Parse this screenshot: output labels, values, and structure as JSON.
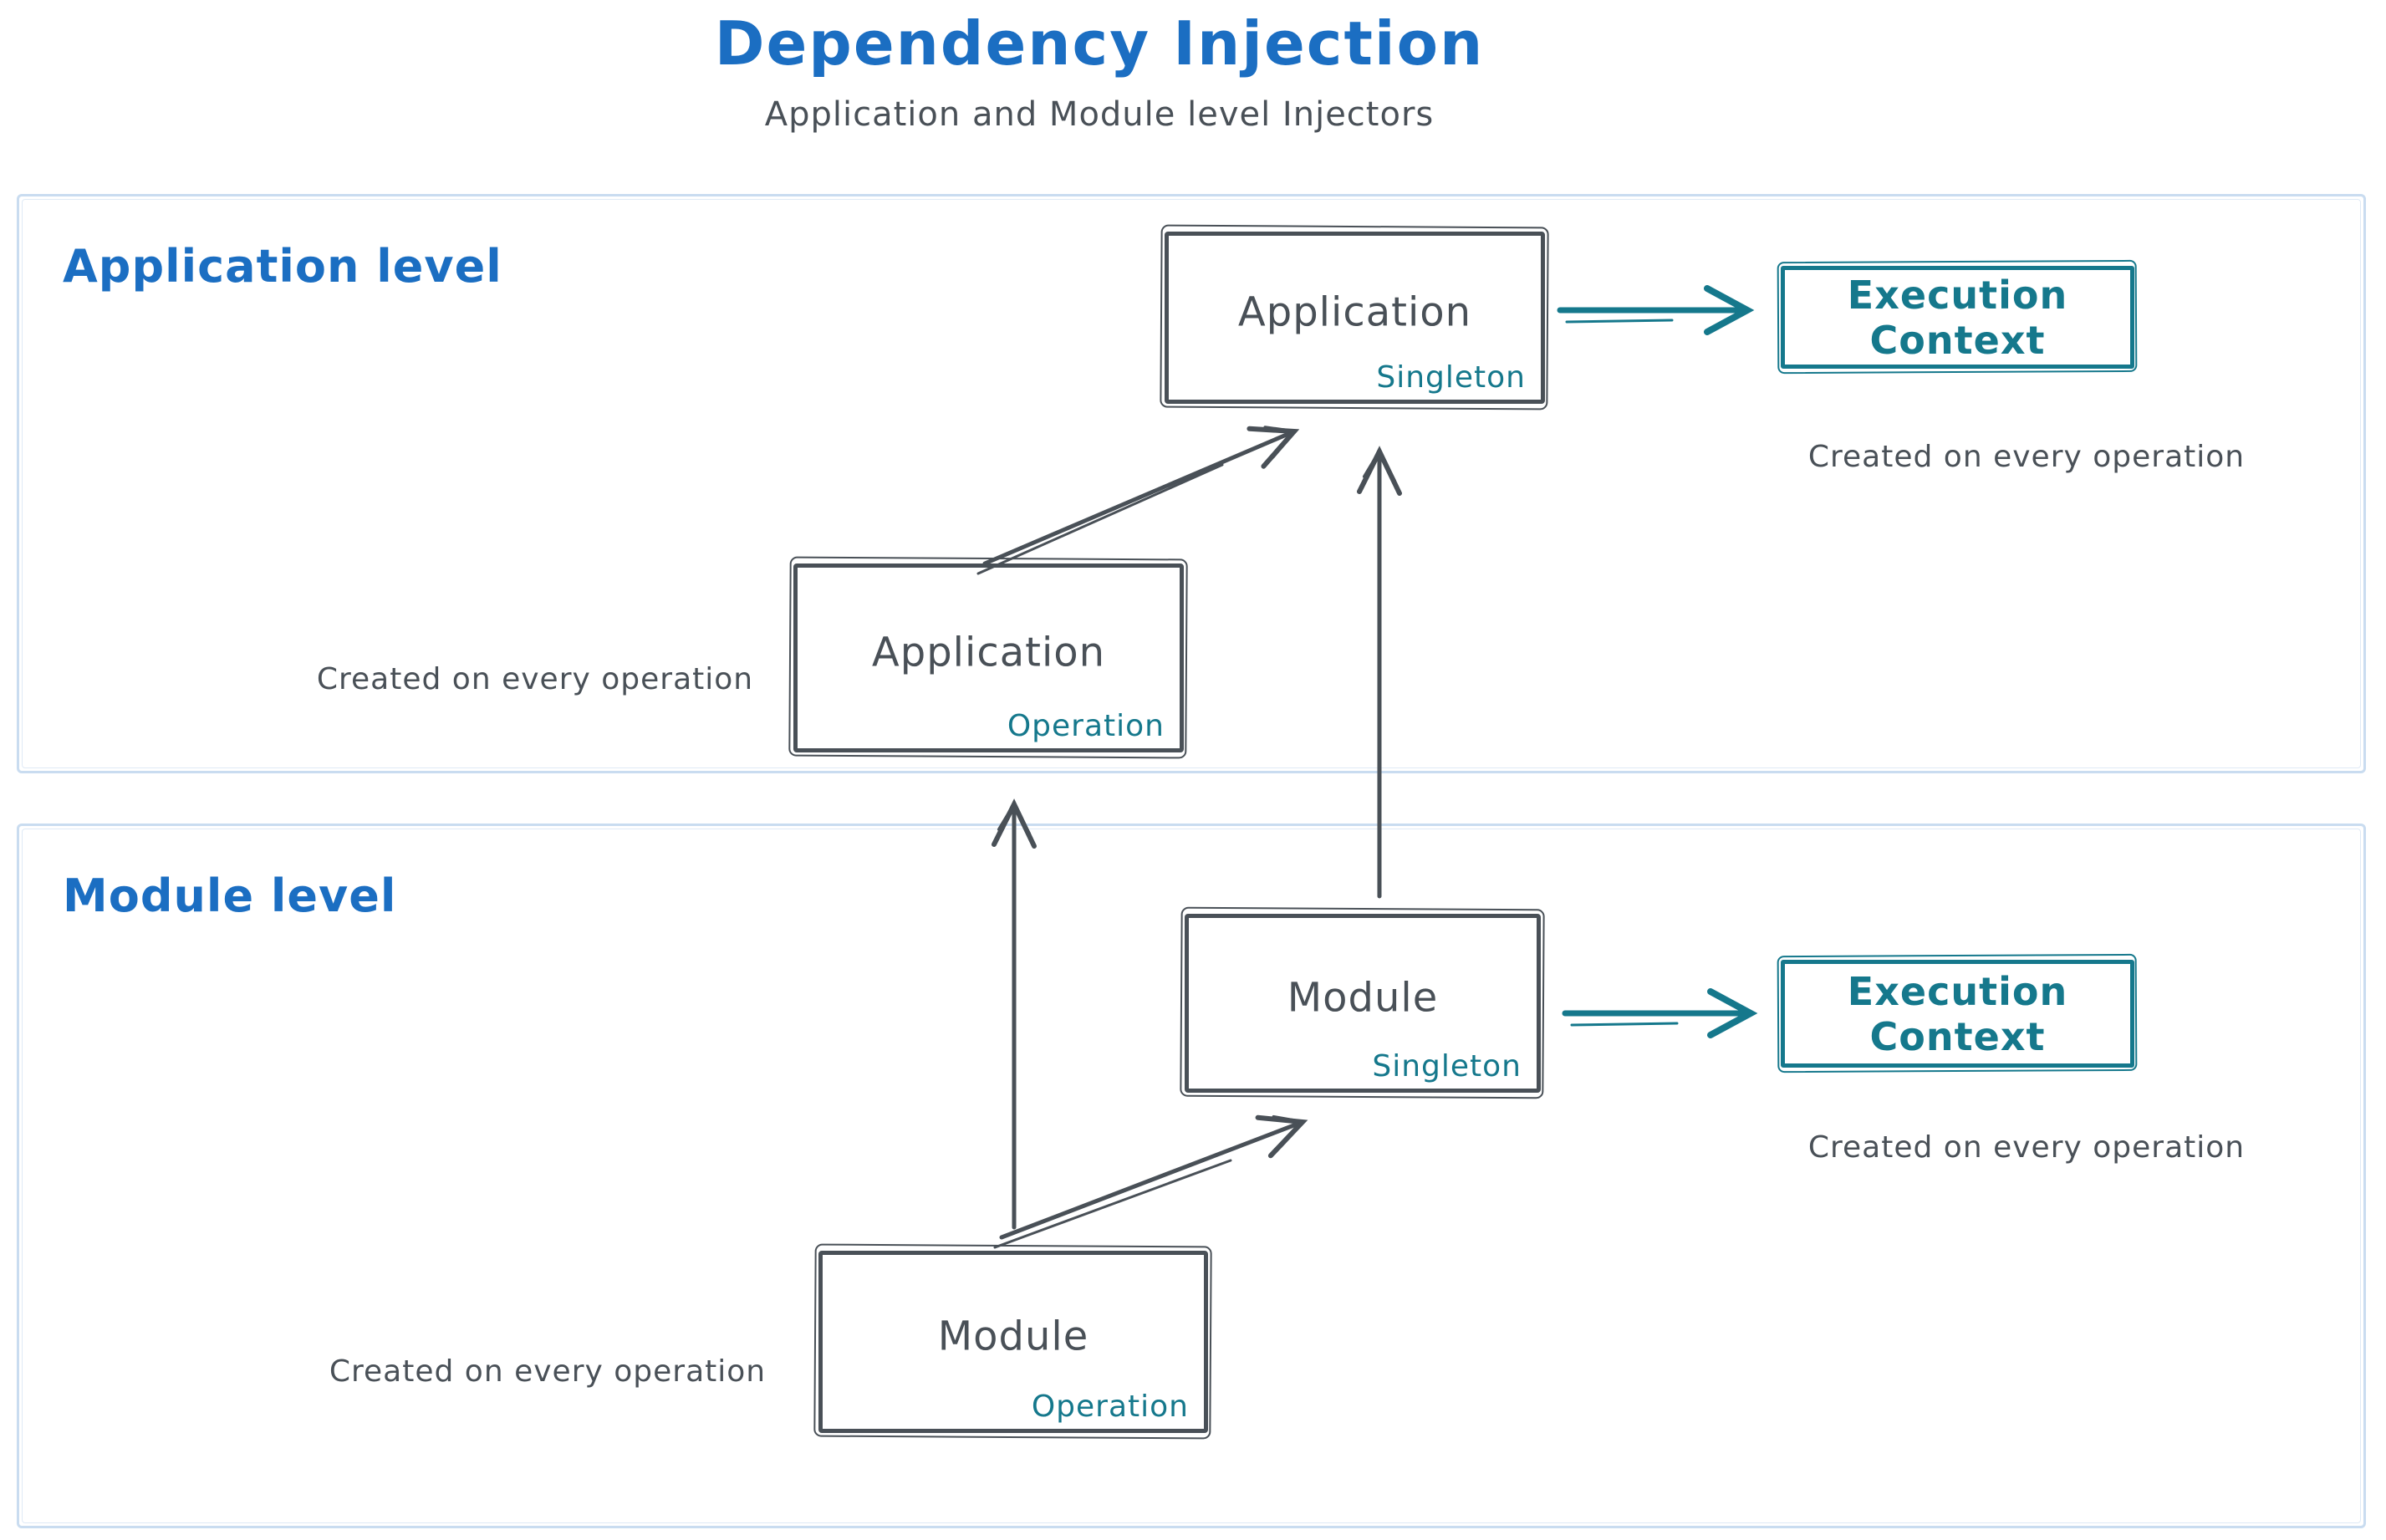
{
  "header": {
    "title": "Dependency Injection",
    "subtitle": "Application and Module level Injectors"
  },
  "colors": {
    "blue": "#1b6ec2",
    "dark": "#495057",
    "teal": "#15788c",
    "lane": "#c9dcf0",
    "bg": "#ffffff"
  },
  "sections": {
    "application": {
      "label": "Application level",
      "singleton_box": {
        "name": "Application",
        "scope": "Singleton"
      },
      "operation_box": {
        "name": "Application",
        "scope": "Operation"
      },
      "operation_note": "Created on every operation",
      "execution_context": {
        "label": "Execution Context",
        "note": "Created on every operation"
      }
    },
    "module": {
      "label": "Module level",
      "singleton_box": {
        "name": "Module",
        "scope": "Singleton"
      },
      "operation_box": {
        "name": "Module",
        "scope": "Operation"
      },
      "operation_note": "Created on every operation",
      "execution_context": {
        "label": "Execution Context",
        "note": "Created on every operation"
      }
    }
  },
  "connections": [
    {
      "from": "Application Operation",
      "to": "Application Singleton",
      "style": "dark-arrow"
    },
    {
      "from": "Module Singleton",
      "to": "Application Singleton",
      "style": "dark-arrow"
    },
    {
      "from": "Module Operation",
      "to": "Application Operation",
      "style": "dark-arrow"
    },
    {
      "from": "Module Operation",
      "to": "Module Singleton",
      "style": "dark-arrow"
    },
    {
      "from": "Application Singleton",
      "to": "Execution Context",
      "style": "teal-arrow"
    },
    {
      "from": "Module Singleton",
      "to": "Execution Context",
      "style": "teal-arrow"
    }
  ],
  "icons": {
    "arrow_dark": "→",
    "arrow_teal": "→"
  }
}
